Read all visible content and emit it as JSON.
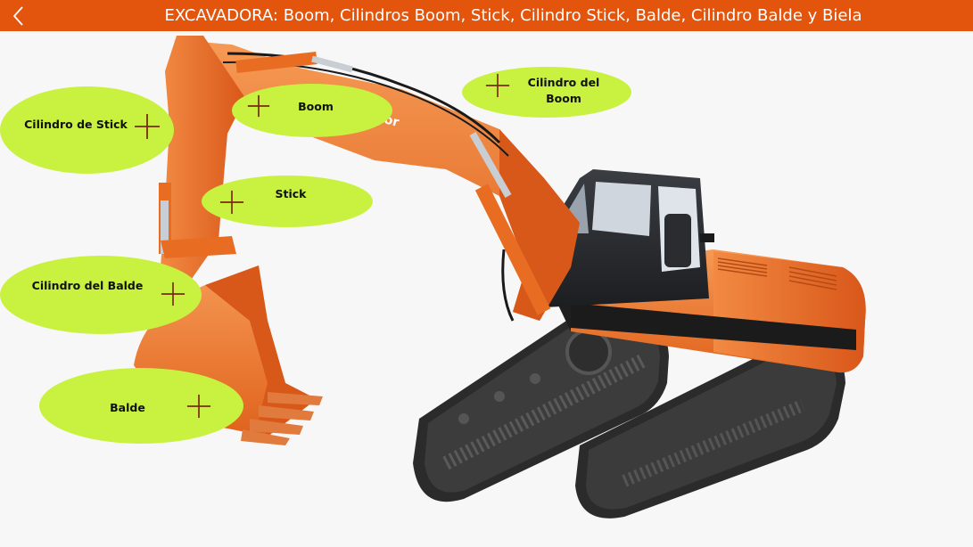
{
  "header": {
    "title": "EXCAVADORA: Boom, Cilindros Boom, Stick, Cilindro Stick, Balde, Cilindro Balde y Biela",
    "back_icon": "chevron-left-icon",
    "bg_color": "#e3540d"
  },
  "machine": {
    "brand_fragment": "or",
    "body_color": "#f07a2a",
    "track_color": "#2b2b2b"
  },
  "hotspots": {
    "color": "#c8f23f",
    "icon": "plus-icon",
    "cilindro_stick": "Cilindro de Stick",
    "boom": "Boom",
    "cilindro_boom_1": "Cilindro del",
    "cilindro_boom_2": "Boom",
    "stick": "Stick",
    "cilindro_balde": "Cilindro del Balde",
    "balde": "Balde"
  }
}
